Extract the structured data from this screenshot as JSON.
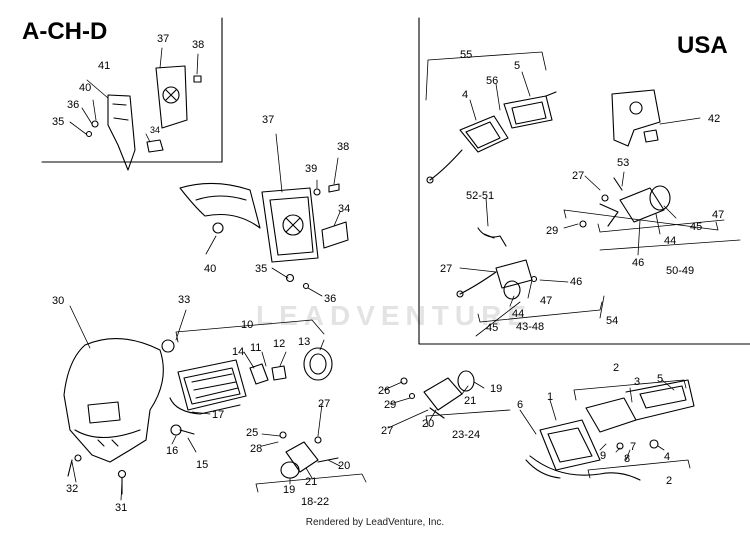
{
  "regions": {
    "left_label": "A-CH-D",
    "right_label": "USA"
  },
  "watermark_text": "LEADVENTURE",
  "footer_text": "Rendered by LeadVenture, Inc.",
  "callouts": {
    "c41": "41",
    "c40a": "40",
    "c36a": "36",
    "c35a": "35",
    "c37a": "37",
    "c38a": "38",
    "c34a": "34",
    "c37b": "37",
    "c39": "39",
    "c38b": "38",
    "c34b": "34",
    "c40b": "40",
    "c35b": "35",
    "c36b": "36",
    "c30": "30",
    "c33": "33",
    "c10": "10",
    "c14": "14",
    "c11": "11",
    "c12": "12",
    "c13": "13",
    "c17": "17",
    "c16": "16",
    "c15": "15",
    "c32": "32",
    "c31": "31",
    "c25": "25",
    "c28": "28",
    "c27a": "27",
    "c20a": "20",
    "c19a": "19",
    "c21a": "21",
    "c18_22": "18-22",
    "c26": "26",
    "c29a": "29",
    "c27b": "27",
    "c20b": "20",
    "c21b": "21",
    "c19b": "19",
    "c23_24": "23-24",
    "c6": "6",
    "c1": "1",
    "c2a": "2",
    "c3": "3",
    "c5a": "5",
    "c7": "7",
    "c8": "8",
    "c9": "9",
    "c4a": "4",
    "c2b": "2",
    "c55": "55",
    "c5b": "5",
    "c56": "56",
    "c4b": "4",
    "c42": "42",
    "c52_51": "52-51",
    "c53": "53",
    "c27c": "27",
    "c29b": "29",
    "c47a": "47",
    "c45a": "45",
    "c44a": "44",
    "c46a": "46",
    "c50_49": "50-49",
    "c27d": "27",
    "c46b": "46",
    "c47b": "47",
    "c44b": "44",
    "c45b": "45",
    "c43_48": "43-48",
    "c54": "54"
  }
}
